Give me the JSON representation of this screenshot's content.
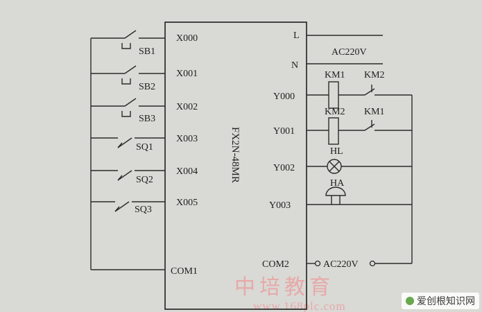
{
  "plc": {
    "model": "FX2N-48MR"
  },
  "inputs": [
    {
      "terminal": "X000",
      "device": "SB1",
      "kind": "pushbutton"
    },
    {
      "terminal": "X001",
      "device": "SB2",
      "kind": "pushbutton"
    },
    {
      "terminal": "X002",
      "device": "SB3",
      "kind": "pushbutton"
    },
    {
      "terminal": "X003",
      "device": "SQ1",
      "kind": "limit-switch"
    },
    {
      "terminal": "X004",
      "device": "SQ2",
      "kind": "limit-switch"
    },
    {
      "terminal": "X005",
      "device": "SQ3",
      "kind": "limit-switch"
    }
  ],
  "input_common": "COM1",
  "power": {
    "l": "L",
    "n": "N",
    "supply": "AC220V"
  },
  "outputs": [
    {
      "terminal": "Y000",
      "load": "KM1",
      "interlock": "KM2",
      "kind": "coil"
    },
    {
      "terminal": "Y001",
      "load": "KM2",
      "interlock": "KM1",
      "kind": "coil"
    },
    {
      "terminal": "Y002",
      "load": "HL",
      "kind": "lamp"
    },
    {
      "terminal": "Y003",
      "load": "HA",
      "kind": "buzzer"
    }
  ],
  "output_common": {
    "terminal": "COM2",
    "supply": "AC220V"
  },
  "watermark": {
    "chinese": "中培教育",
    "url": "www.168plc.com"
  },
  "site_logo": {
    "text": "爱创根知识网",
    "icon": "site-logo-icon"
  }
}
